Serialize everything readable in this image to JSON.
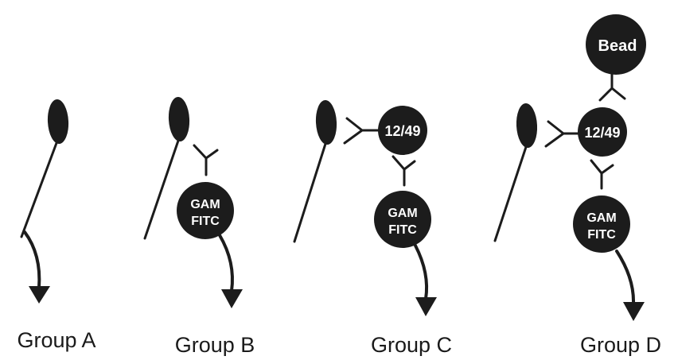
{
  "groups": [
    {
      "label": "Group A"
    },
    {
      "label": "Group B",
      "gam_line1": "GAM",
      "gam_line2": "FITC"
    },
    {
      "label": "Group C",
      "antibody": "12/49",
      "gam_line1": "GAM",
      "gam_line2": "FITC"
    },
    {
      "label": "Group D",
      "bead": "Bead",
      "antibody": "12/49",
      "gam_line1": "GAM",
      "gam_line2": "FITC"
    }
  ],
  "colors": {
    "ink": "#1c1c1c",
    "label_text": "#ffffff"
  }
}
